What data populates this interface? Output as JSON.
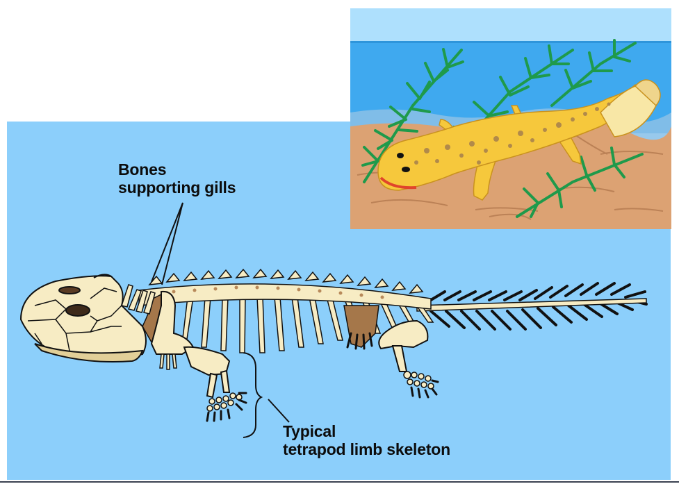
{
  "figure": {
    "labels": {
      "gills": {
        "line1": "Bones",
        "line2": "supporting gills"
      },
      "limb": {
        "line1": "Typical",
        "line2": "tetrapod limb skeleton"
      }
    },
    "panels": {
      "main": {
        "subject": "fossil-tetrapod-skeleton",
        "background": "#8ccffb"
      },
      "inset": {
        "subject": "living-salamander-in-water",
        "sky": "#aee0fd",
        "water": "#3fa9ef",
        "sand": "#dca273",
        "plant": "#1f9a4b",
        "body": "#f5c53a"
      }
    },
    "colors": {
      "bone": "#f7ecc4",
      "bone_shadow": "#e2cf98",
      "bone_dark": "#a5774a",
      "outline": "#111111"
    }
  }
}
